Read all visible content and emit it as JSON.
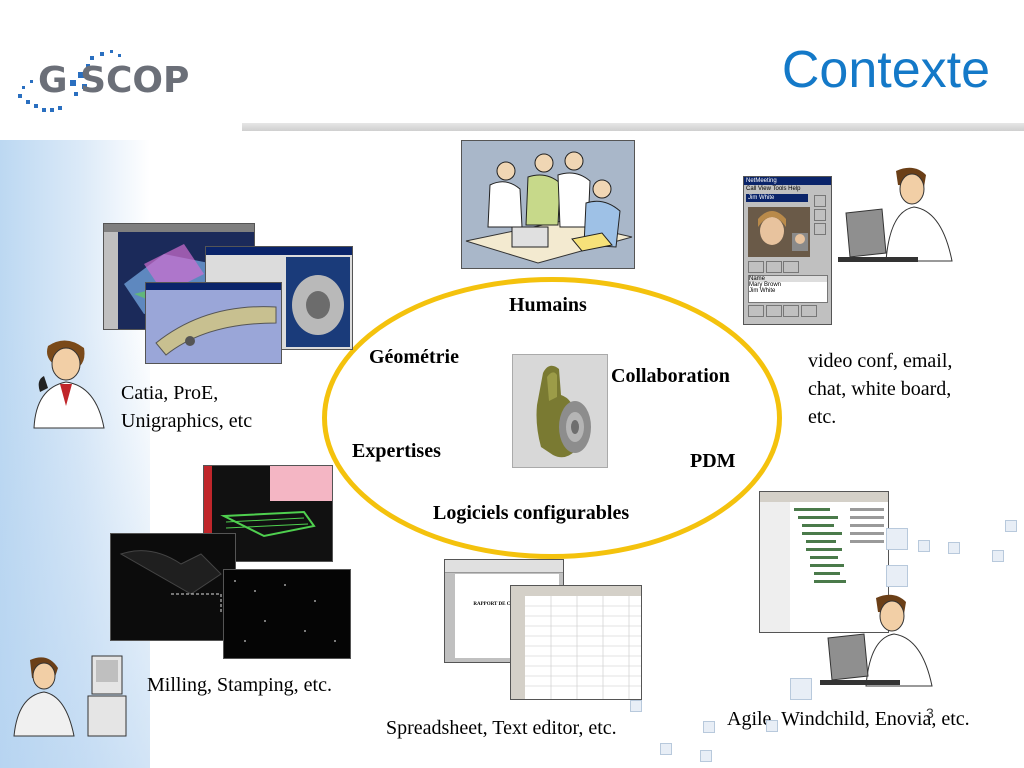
{
  "slide": {
    "title": "Contexte",
    "logo": {
      "text": "G SCOP"
    },
    "page_number": "3"
  },
  "center": {
    "labels": {
      "humains": "Humains",
      "geometrie": "Géométrie",
      "collaboration": "Collaboration",
      "expertises": "Expertises",
      "pdm": "PDM",
      "logiciels": "Logiciels configurables"
    }
  },
  "captions": {
    "cad_line1": "Catia, ProE,",
    "cad_line2": "Unigraphics, etc",
    "collab_line1": "video conf, email,",
    "collab_line2": "chat, white board,",
    "collab_line3": "etc.",
    "milling": "Milling, Stamping, etc.",
    "office": "Spreadsheet, Text editor, etc.",
    "pdm": "Agile, Windchild, Enovia, etc."
  },
  "videoconf_window": {
    "title": "NetMeeting",
    "menu": [
      "Call",
      "View",
      "Tools",
      "Help"
    ],
    "selected": "Jim White",
    "list_header": "Name",
    "participants": [
      "Mary Brown",
      "Jim White"
    ]
  },
  "document_window": {
    "heading": "RAPPORT DE CONCEPTION"
  },
  "colors": {
    "title": "#1479c8",
    "ellipse": "#f4c20d",
    "header_rule": "#cfcfcf"
  }
}
